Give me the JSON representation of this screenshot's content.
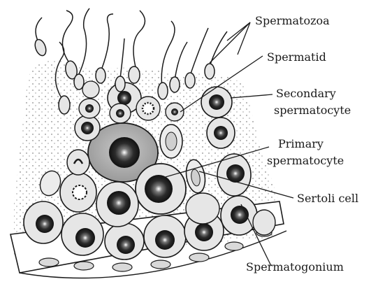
{
  "labels": {
    "spermatozoa": "Spermatozoa",
    "spermatid": "Spermatid",
    "secondary_line1": "Secondary",
    "secondary_line2": "spermatocyte",
    "primary_line1": "Primary",
    "primary_line2": "spermatocyte",
    "sertoli": "Sertoli cell",
    "spermatogonium": "Spermatogonium"
  },
  "colors": {
    "ink": "#1a1a1a",
    "cell_fill": "#e6e6e6",
    "cytoplasm_fill": "#cfcfcf",
    "nucleus_fill": "#2b2b2b",
    "background": "#ffffff"
  }
}
